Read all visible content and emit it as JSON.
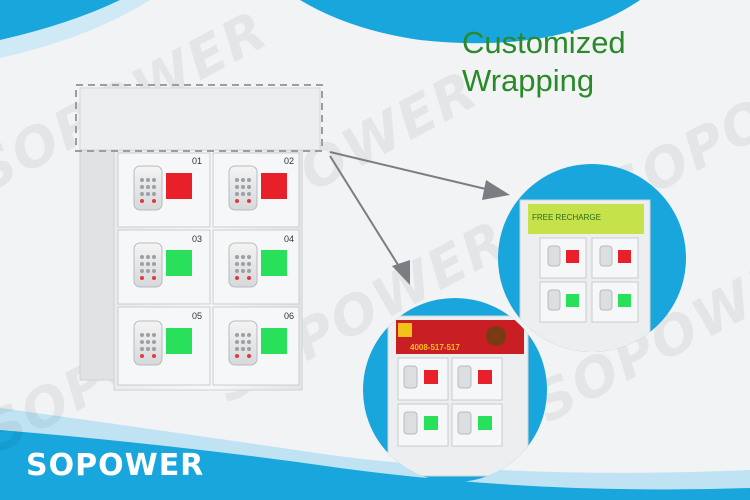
{
  "heading": {
    "line1": "Customized",
    "line2": "Wrapping"
  },
  "brand": {
    "name": "SOPOWER"
  },
  "watermark": {
    "text": "SOPOWER"
  },
  "locker": {
    "doors": [
      {
        "number": "01",
        "indicator": "red"
      },
      {
        "number": "02",
        "indicator": "red"
      },
      {
        "number": "03",
        "indicator": "green"
      },
      {
        "number": "04",
        "indicator": "green"
      },
      {
        "number": "05",
        "indicator": "green"
      },
      {
        "number": "06",
        "indicator": "green"
      }
    ]
  },
  "previews": {
    "green_banner": {
      "text": "FREE RECHARGE"
    },
    "red_banner": {
      "phone": "4008-517-517"
    }
  },
  "colors": {
    "accent_blue": "#18a6dc",
    "heading_green": "#2a8a2a",
    "indicator_red": "#e8202a",
    "indicator_green": "#28e05a",
    "banner_green": "#c6e24a",
    "banner_red": "#c81e24",
    "arrow_gray": "#7a7e82"
  }
}
